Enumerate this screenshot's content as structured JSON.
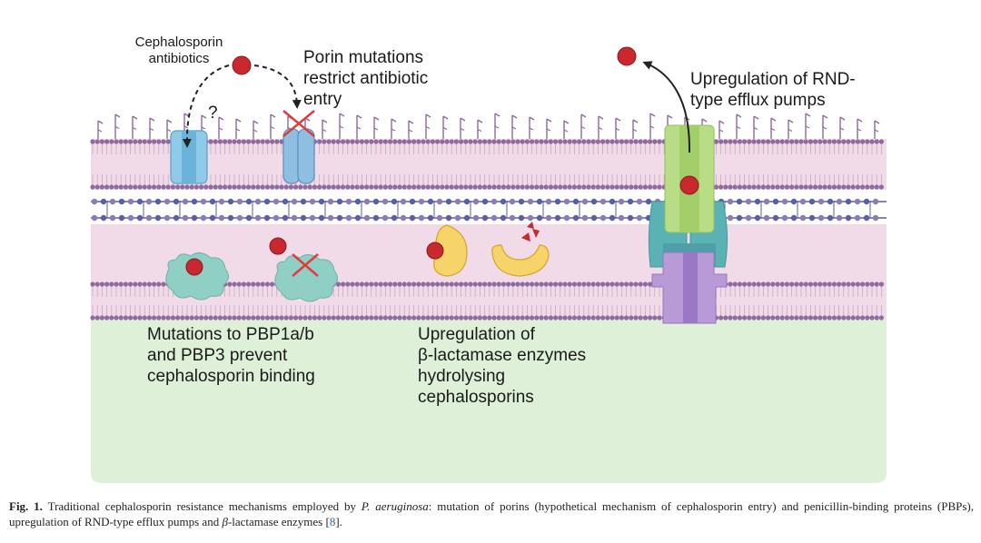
{
  "labels": {
    "antibiotics": [
      "Cephalosporin",
      "antibiotics"
    ],
    "question": "?",
    "porin": [
      "Porin mutations",
      "restrict antibiotic",
      "entry"
    ],
    "efflux": [
      "Upregulation of RND-",
      "type efflux pumps"
    ],
    "pbp": [
      "Mutations to PBP1a/b",
      "and PBP3 prevent",
      "cephalosporin binding"
    ],
    "blactamase": [
      "Upregulation of",
      "β-lactamase enzymes",
      "hydrolysing",
      "cephalosporins"
    ]
  },
  "caption": {
    "label": "Fig. 1.",
    "text_1": " Traditional cephalosporin resistance mechanisms employed by ",
    "organism": "P. aeruginosa",
    "text_2": ": mutation of porins (hypothetical mechanism of cephalosporin entry) and penicillin-binding proteins (PBPs), upregulation of RND-type efflux pumps and ",
    "beta": "β",
    "text_3": "-lactamase enzymes [",
    "ref": "8",
    "text_4": "]."
  },
  "colors": {
    "membrane_pink": "#f2dbe9",
    "lipid_purple": "#8f6a9e",
    "lipid_tail": "#c9a7c4",
    "peptidoglycan": "#5a5ea8",
    "cytoplasm_green": "#dff0d8",
    "antibiotic_red": "#c8282e",
    "porin_blue": "#8fcbe8",
    "pbp_teal": "#8fcfc4",
    "blactamase_yellow": "#f6d46a",
    "efflux_green": "#b8dd86",
    "efflux_teal": "#5bb2b4",
    "efflux_purple": "#b89ad6",
    "cross_red": "#e23b3b"
  }
}
